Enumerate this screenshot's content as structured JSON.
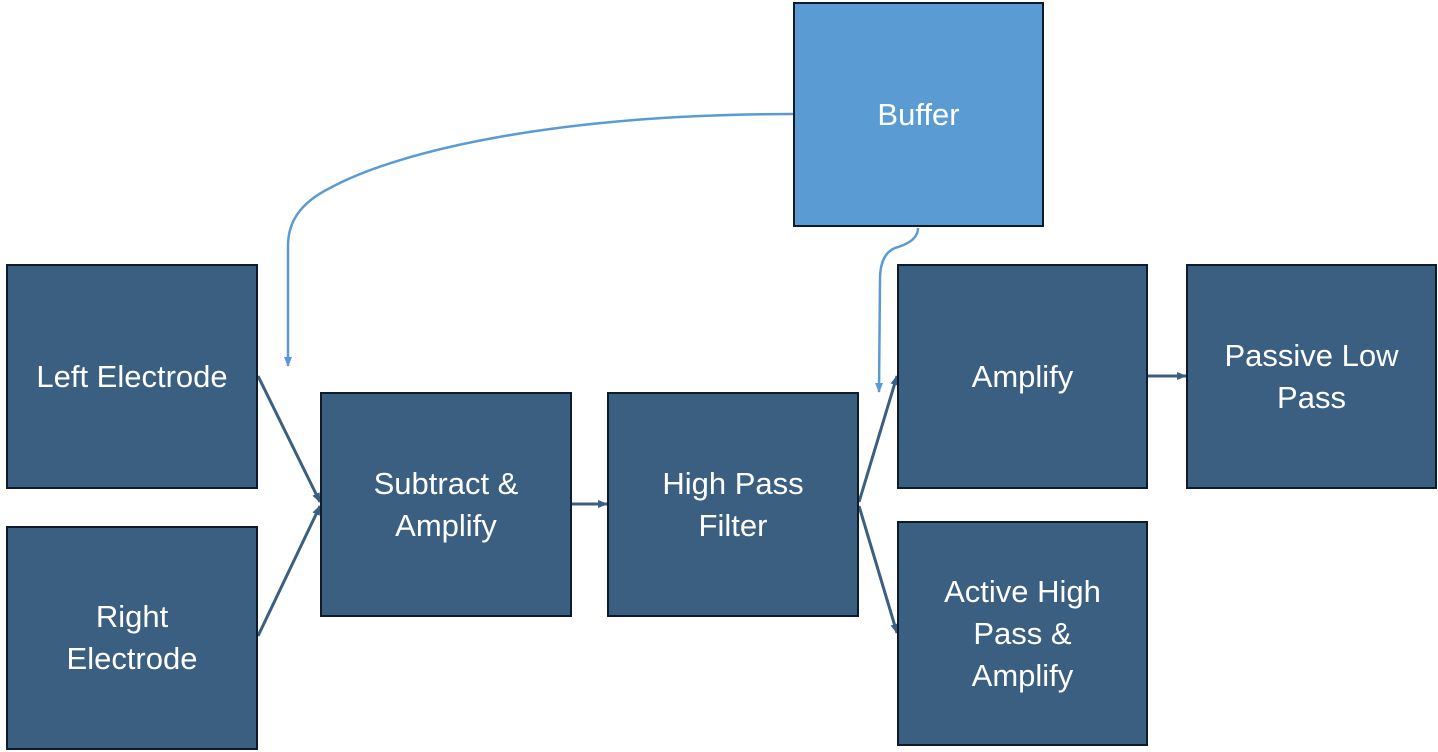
{
  "diagram": {
    "nodes": {
      "buffer": "Buffer",
      "left_electrode": "Left Electrode",
      "right_electrode": "Right\nElectrode",
      "subtract_amplify": "Subtract &\nAmplify",
      "high_pass_filter": "High Pass\nFilter",
      "amplify": "Amplify",
      "passive_low_pass": "Passive Low\nPass",
      "active_high_pass_amplify": "Active High\nPass &\nAmplify"
    },
    "colors": {
      "node_fill": "#3b5f80",
      "buffer_fill": "#5a9bd3",
      "node_border": "#0d1b2a",
      "arrow": "#3b5f80",
      "buffer_arrow": "#5a9bd3",
      "text": "#ffffff"
    }
  }
}
